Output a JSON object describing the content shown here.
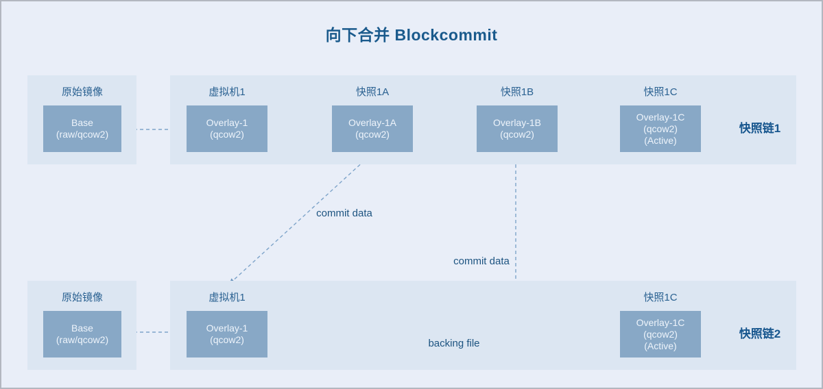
{
  "title": "向下合并 Blockcommit",
  "colors": {
    "background": "#e9eef8",
    "panel": "#dce6f2",
    "box": "#88a8c6",
    "box_text": "#eef4fb",
    "title_text": "#1a5a8c",
    "label_text": "#2a6191",
    "chain_label_text": "#17568e",
    "arrow": "#7da3c9"
  },
  "chain1": {
    "origin": {
      "label": "原始镜像",
      "box_lines": [
        "Base",
        "(raw/qcow2)"
      ]
    },
    "nodes": [
      {
        "label": "虚拟机1",
        "box_lines": [
          "Overlay-1",
          "(qcow2)"
        ]
      },
      {
        "label": "快照1A",
        "box_lines": [
          "Overlay-1A",
          "(qcow2)"
        ]
      },
      {
        "label": "快照1B",
        "box_lines": [
          "Overlay-1B",
          "(qcow2)"
        ]
      },
      {
        "label": "快照1C",
        "box_lines": [
          "Overlay-1C",
          "(qcow2)",
          "(Active)"
        ]
      }
    ],
    "chain_label": "快照链1"
  },
  "chain2": {
    "origin": {
      "label": "原始镜像",
      "box_lines": [
        "Base",
        "(raw/qcow2)"
      ]
    },
    "nodes": [
      {
        "label": "虚拟机1",
        "box_lines": [
          "Overlay-1",
          "(qcow2)"
        ]
      },
      {
        "label": "快照1C",
        "box_lines": [
          "Overlay-1C",
          "(qcow2)",
          "(Active)"
        ]
      }
    ],
    "chain_label": "快照链2"
  },
  "annotations": {
    "commit_data_1": "commit data",
    "commit_data_2": "commit data",
    "backing_file": "backing file"
  }
}
